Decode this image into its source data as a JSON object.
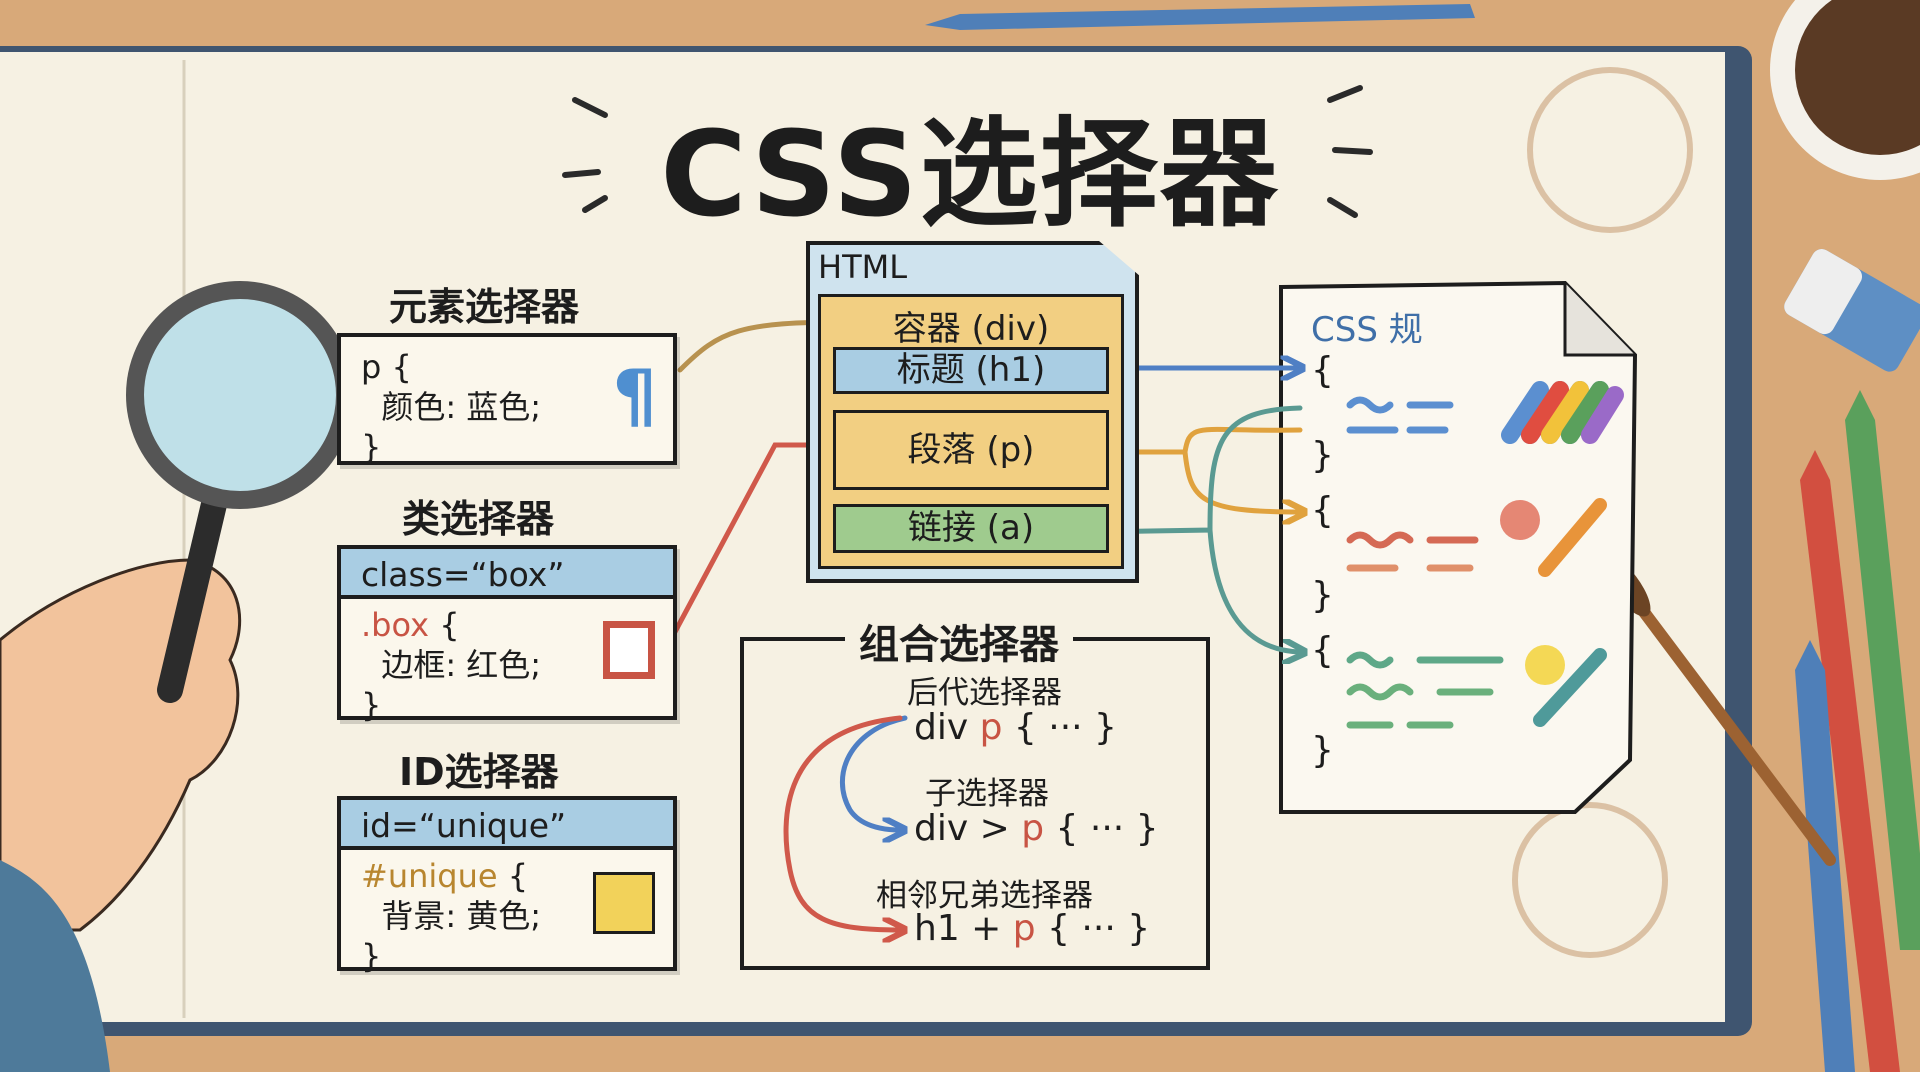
{
  "title": "CSS选择器",
  "element_selector": {
    "label": "元素选择器",
    "code_line1": "p {",
    "code_line2": "颜色: 蓝色;",
    "code_line3": "}",
    "icon": "pilcrow-icon"
  },
  "class_selector": {
    "label": "类选择器",
    "attr": "class=“box”",
    "selector": ".box",
    "brace_open": " {",
    "code_line2": "边框: 红色;",
    "code_line3": "}",
    "icon": "red-square-icon"
  },
  "id_selector": {
    "label": "ID选择器",
    "attr": "id=“unique”",
    "selector": "#unique",
    "brace_open": " {",
    "code_line2": "背景: 黄色;",
    "code_line3": "}",
    "icon": "yellow-square-icon"
  },
  "html_doc": {
    "label": "HTML",
    "container": "容器 (div)",
    "heading": "标题 (h1)",
    "paragraph": "段落 (p)",
    "link": "链接 (a)"
  },
  "css_rules": {
    "label": "CSS 规",
    "open": "{",
    "close": "}"
  },
  "combinators": {
    "label": "组合选择器",
    "items": [
      {
        "name": "后代选择器",
        "pre": "div ",
        "target": "p",
        "post": " { ··· }"
      },
      {
        "name": "子选择器",
        "pre": "div > ",
        "target": "p",
        "post": " { ··· }"
      },
      {
        "name": "相邻兄弟选择器",
        "pre": "h1 + ",
        "target": "p",
        "post": " { ··· }"
      }
    ]
  },
  "colors": {
    "blue": "#a9cde3",
    "red": "#c85444",
    "yellow": "#f2d25a",
    "container": "#f2cf82",
    "green": "#9fcb8e",
    "desk": "#d8a979",
    "paper": "#f8f3e6"
  }
}
